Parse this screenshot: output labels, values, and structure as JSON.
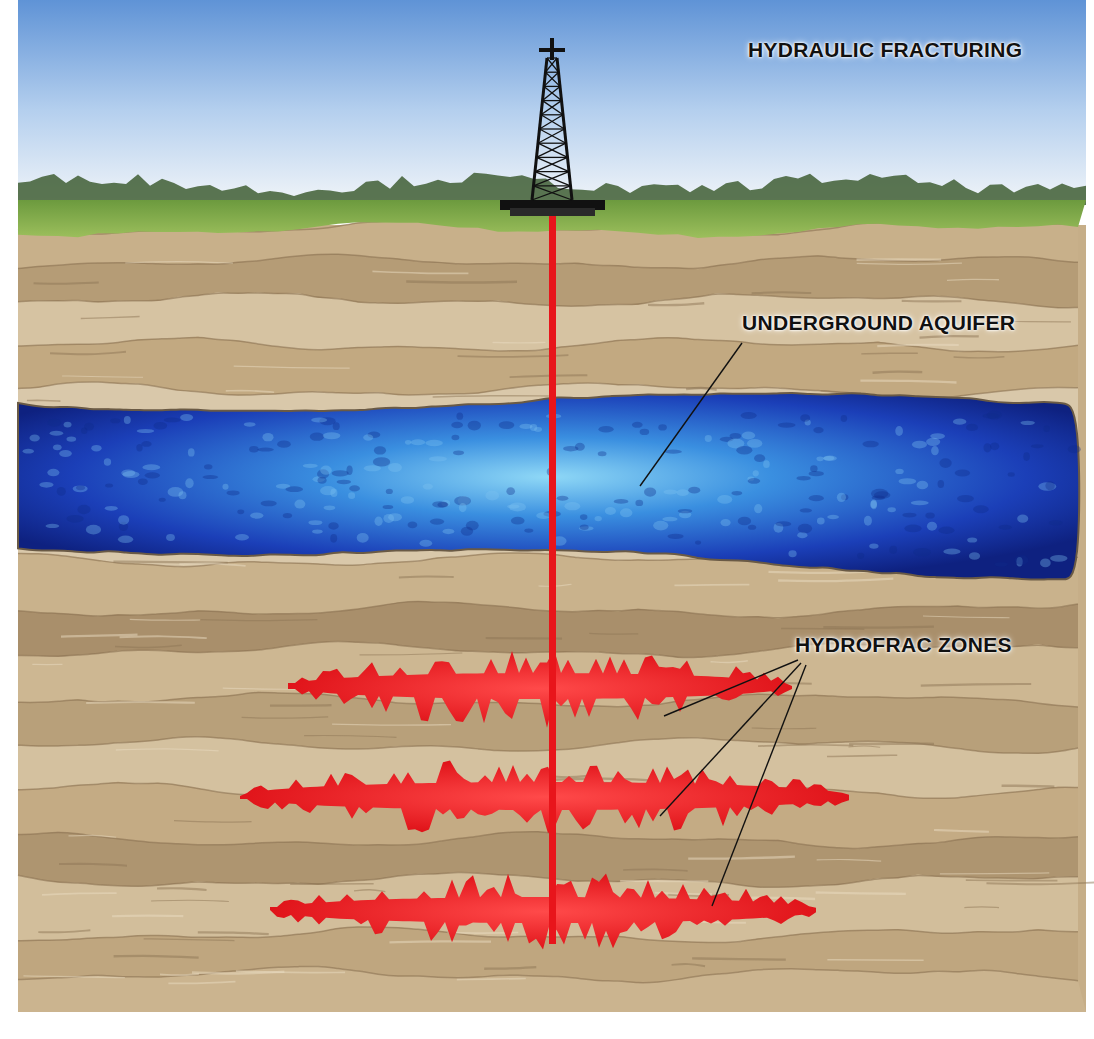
{
  "diagram": {
    "title": "HYDRAULIC FRACTURING",
    "labels": [
      "UNDERGROUND AQUIFER",
      "HYDROFRAC ZONES"
    ]
  }
}
